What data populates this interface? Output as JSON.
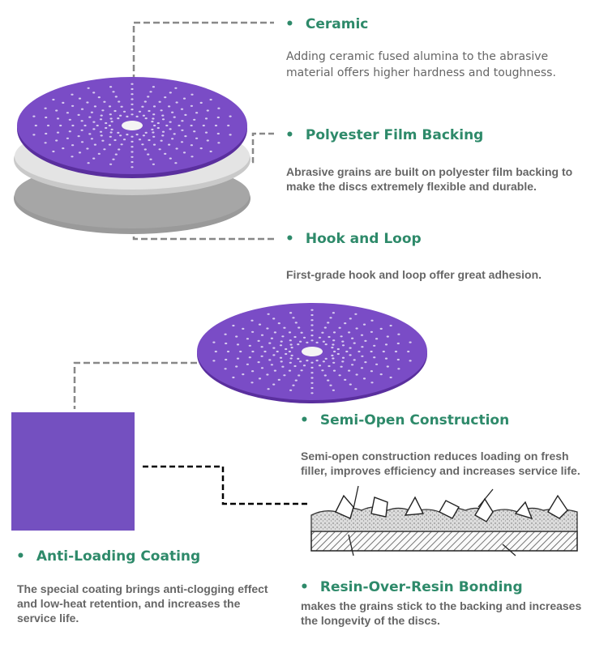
{
  "colors": {
    "title_green": "#2e8a6a",
    "desc_gray": "#666666",
    "disc_purple": "#7a4cc6",
    "disc_purple_dark": "#6a3fb4",
    "backing_light": "#dedede",
    "backing_dark": "#9a9a9a",
    "connector_gray": "#888888",
    "connector_black": "#000000"
  },
  "features": {
    "ceramic": {
      "bullet": "•",
      "title": "Ceramic",
      "desc_lines": [
        "Adding ceramic fused alumina to the abrasive",
        "material offers higher hardness and toughness."
      ]
    },
    "polyester": {
      "bullet": "•",
      "title": "Polyester Film Backing",
      "desc_lines": [
        "Abrasive grains are built on polyester film backing to",
        "make the discs extremely flexible and durable."
      ]
    },
    "hook": {
      "bullet": "•",
      "title": "Hook and Loop",
      "desc_lines": [
        "First-grade hook and loop offer great adhesion."
      ]
    },
    "semi_open": {
      "bullet": "•",
      "title": "Semi-Open Construction",
      "desc_lines": [
        "Semi-open construction reduces loading on fresh",
        "filler, improves efficiency and increases service life."
      ]
    },
    "anti_loading": {
      "bullet": "•",
      "title": "Anti-Loading Coating",
      "desc_lines": [
        "The special coating brings anti-clogging effect",
        "and low-heat retention, and increases the",
        "service life."
      ]
    },
    "resin": {
      "bullet": "•",
      "title": "Resin-Over-Resin Bonding",
      "desc_lines": [
        "makes the grains stick to the backing and increases",
        "the longevity of the discs."
      ]
    }
  }
}
